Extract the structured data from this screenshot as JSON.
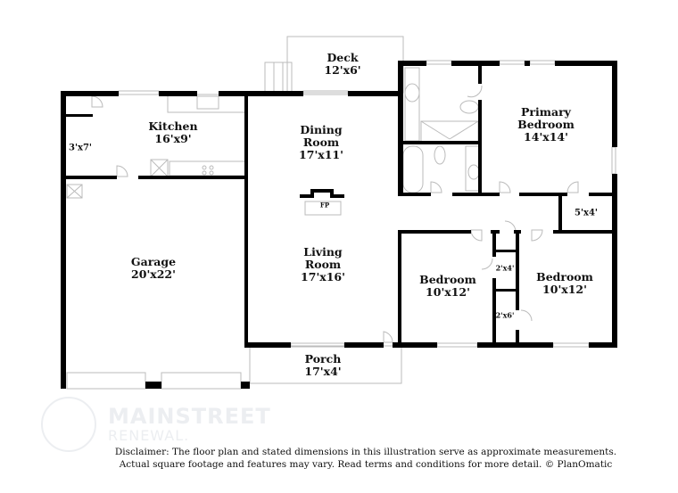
{
  "rooms": {
    "deck": {
      "name": "Deck",
      "dim": "12'x6'"
    },
    "kitchen": {
      "name": "Kitchen",
      "dim": "16'x9'"
    },
    "closet_kitchen": {
      "dim": "3'x7'"
    },
    "dining": {
      "name1": "Dining",
      "name2": "Room",
      "dim": "17'x11'"
    },
    "primary": {
      "name1": "Primary",
      "name2": "Bedroom",
      "dim": "14'x14'"
    },
    "closet_primary": {
      "dim": "5'x4'"
    },
    "garage": {
      "name": "Garage",
      "dim": "20'x22'"
    },
    "living": {
      "name1": "Living",
      "name2": "Room",
      "dim": "17'x16'"
    },
    "bedroom2": {
      "name": "Bedroom",
      "dim": "10'x12'"
    },
    "bedroom3": {
      "name": "Bedroom",
      "dim": "10'x12'"
    },
    "closet_a": {
      "dim": "2'x4'"
    },
    "closet_b": {
      "dim": "2'x6'"
    },
    "porch": {
      "name": "Porch",
      "dim": "17'x4'"
    },
    "fireplace": {
      "label": "FP"
    }
  },
  "logo": {
    "line1": "MAINSTREET",
    "line2": "RENEWAL."
  },
  "disclaimer": {
    "line1": "Disclaimer: The floor plan and stated dimensions in this illustration serve as approximate measurements.",
    "line2": "Actual square footage and features may vary. Read terms and conditions for more detail. © PlanOmatic"
  }
}
